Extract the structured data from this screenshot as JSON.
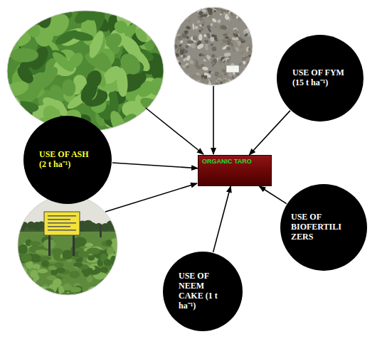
{
  "diagram": {
    "nodes": [
      {
        "text": [
          "USE OF FYM (15 t ha⁻¹)"
        ]
      },
      {
        "text": [
          "USE OF ASH (2 t ha⁻¹)"
        ]
      },
      {
        "text": [
          "ORGANIC TARO"
        ]
      },
      {
        "text": [
          "USE OF BIOFERTILI ZERS"
        ]
      },
      {
        "text": [
          "USE OF NEEM CAKE (1 t ha⁻¹)"
        ]
      }
    ],
    "edges": [
      {
        "from": 0,
        "to": 2,
        "arrow": "to"
      },
      {
        "from": 1,
        "to": 2,
        "arrow": "to"
      },
      {
        "from": 3,
        "to": 2,
        "arrow": "to"
      },
      {
        "from": 4,
        "to": 2,
        "arrow": "to"
      }
    ]
  }
}
